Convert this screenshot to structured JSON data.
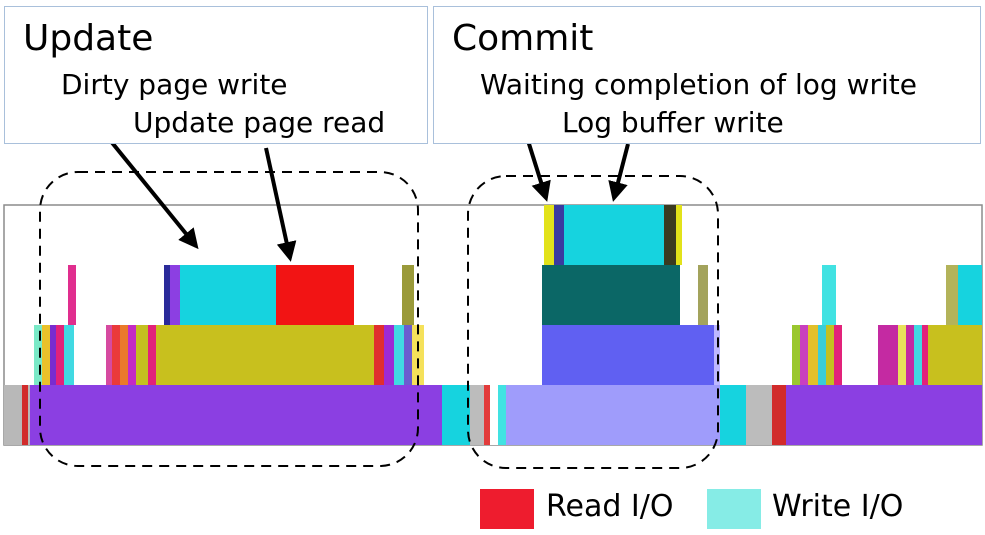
{
  "update": {
    "title": "Update",
    "dirty_page_write": "Dirty page write",
    "update_page_read": "Update page read"
  },
  "commit": {
    "title": "Commit",
    "waiting_completion": "Waiting completion of log write",
    "log_buffer_write": "Log buffer write"
  },
  "legend": {
    "read_label": "Read I/O",
    "read_color": "#ee1c2e",
    "write_label": "Write I/O",
    "write_color": "#86ece6"
  }
}
